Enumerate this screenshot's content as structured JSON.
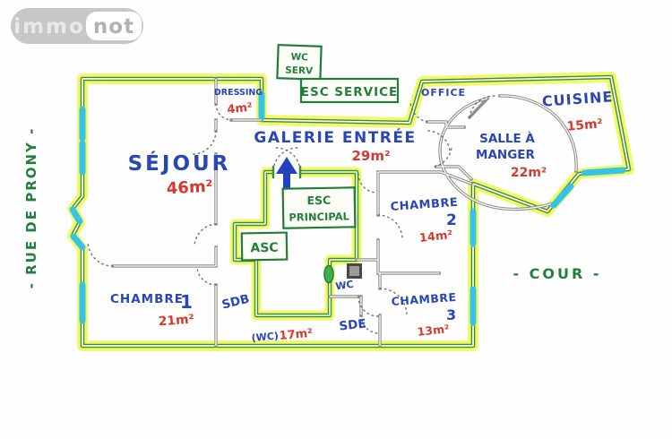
{
  "logo": {
    "part1": "immo",
    "part2": "not"
  },
  "annotations": {
    "street": "- RUE DE PRONY -",
    "court": "- COUR -"
  },
  "service_boxes": {
    "wc_serv": [
      "WC",
      "SERV"
    ],
    "esc_service": "ESC SERVICE",
    "esc_principal": [
      "ESC",
      "PRINCIPAL"
    ],
    "asc": "ASC"
  },
  "rooms": {
    "sejour": {
      "label": "SÉJOUR",
      "area": "46m²"
    },
    "galerie_entree": {
      "label": "GALERIE ENTRÉE",
      "area": "29m²"
    },
    "dressing": {
      "label": "DRESSING",
      "area": "4m²"
    },
    "office": {
      "label": "OFFICE"
    },
    "cuisine": {
      "label": "CUISINE",
      "area": "15m²"
    },
    "salle_a_manger": {
      "label1": "SALLE À",
      "label2": "MANGER",
      "area": "22m²"
    },
    "chambre1": {
      "label": "CHAMBRE",
      "number": "1",
      "area": "21m²"
    },
    "chambre2": {
      "label": "CHAMBRE",
      "number": "2",
      "area": "14m²"
    },
    "chambre3": {
      "label": "CHAMBRE",
      "number": "3",
      "area": "13m²"
    },
    "sdb": {
      "label": "SDB"
    },
    "wc": {
      "label": "WC"
    },
    "sde": {
      "label": "SDE"
    },
    "wc_total": {
      "label": "(WC)",
      "area": "17m²"
    }
  },
  "colors": {
    "wall_green": "#3f8f2d",
    "highlight_yellow": "#eef646",
    "window_cyan": "#35c4e6",
    "pen_blue": "#2a46b5",
    "pen_red": "#d23b2f",
    "pen_green": "#237f3c"
  }
}
